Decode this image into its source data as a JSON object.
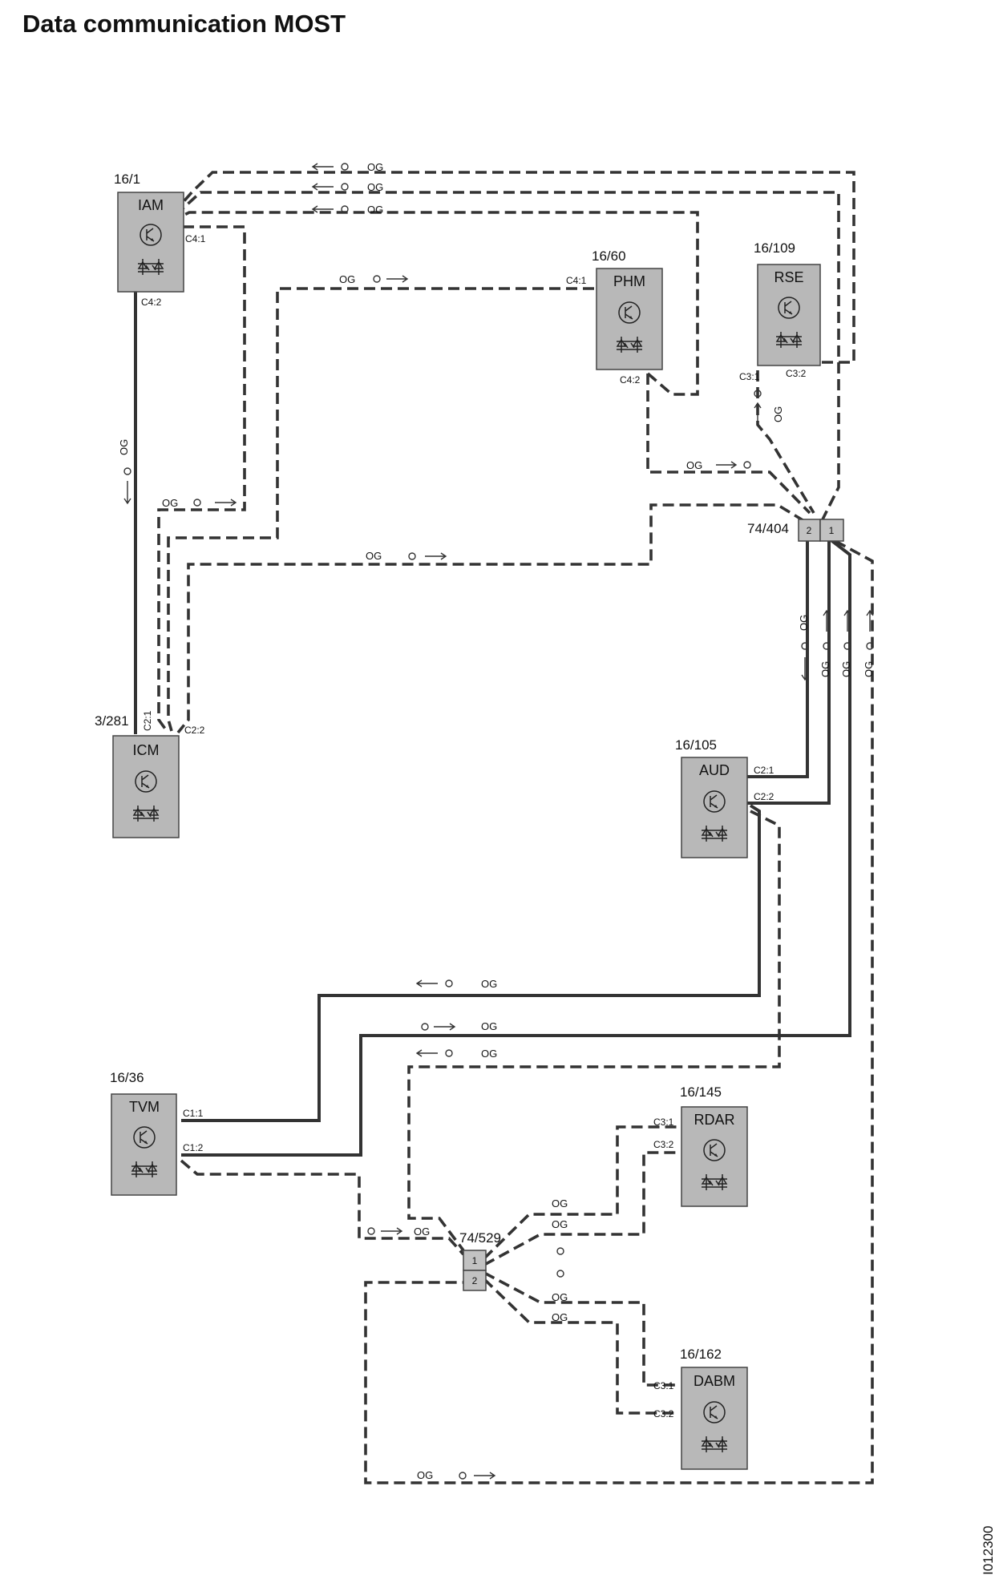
{
  "title": "Data communication MOST",
  "side_code": "I012300",
  "signal_label": "OG",
  "colors": {
    "module": "#b8b8b8",
    "wire": "#333333",
    "text": "#111111"
  },
  "modules": [
    {
      "key": "iam",
      "id": "16/1",
      "name": "IAM",
      "pins": [
        "C4:1",
        "C4:2"
      ]
    },
    {
      "key": "phm",
      "id": "16/60",
      "name": "PHM",
      "pins": [
        "C4:1",
        "C4:2"
      ]
    },
    {
      "key": "rse",
      "id": "16/109",
      "name": "RSE",
      "pins": [
        "C3:1",
        "C3:2"
      ]
    },
    {
      "key": "icm",
      "id": "3/281",
      "name": "ICM",
      "pins": [
        "C2:1",
        "C2:2"
      ]
    },
    {
      "key": "aud",
      "id": "16/105",
      "name": "AUD",
      "pins": [
        "C2:1",
        "C2:2"
      ]
    },
    {
      "key": "tvm",
      "id": "16/36",
      "name": "TVM",
      "pins": [
        "C1:1",
        "C1:2"
      ]
    },
    {
      "key": "rdar",
      "id": "16/145",
      "name": "RDAR",
      "pins": [
        "C3:1",
        "C3:2"
      ]
    },
    {
      "key": "dabm",
      "id": "16/162",
      "name": "DABM",
      "pins": [
        "C3:1",
        "C3:2"
      ]
    }
  ],
  "connectors": [
    {
      "key": "c404",
      "id": "74/404",
      "cells": [
        "2",
        "1"
      ]
    },
    {
      "key": "c529",
      "id": "74/529",
      "cells": [
        "1",
        "2"
      ]
    }
  ]
}
